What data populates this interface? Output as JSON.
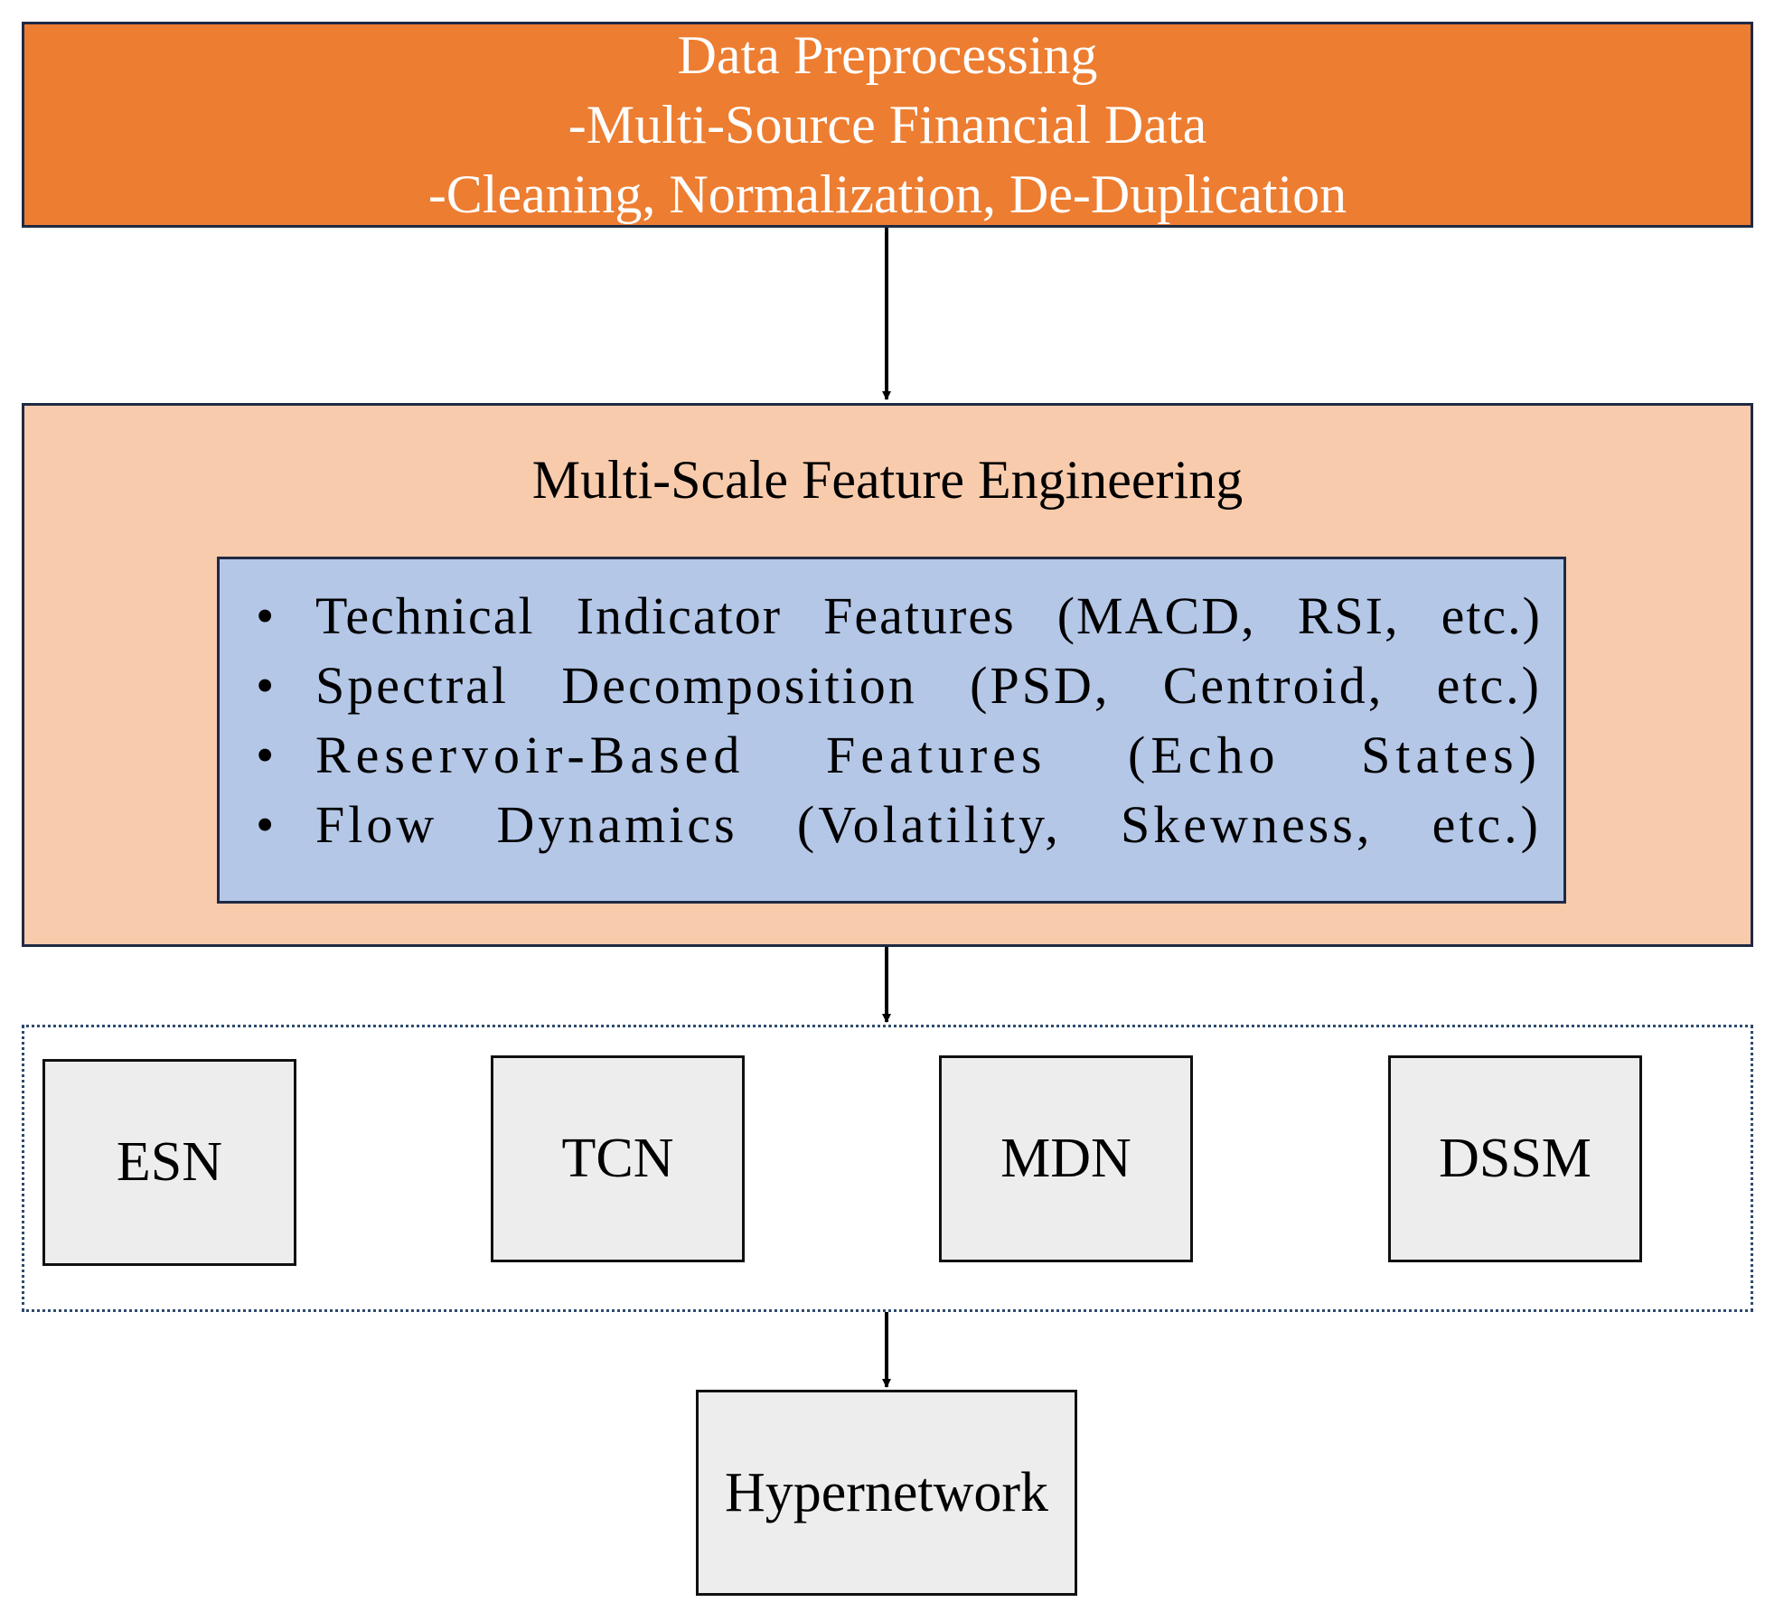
{
  "preprocessing": {
    "title": "Data Preprocessing",
    "lines": [
      "-Multi-Source Financial Data",
      "-Cleaning, Normalization, De-Duplication"
    ]
  },
  "feature_engineering": {
    "title": "Multi-Scale Feature Engineering",
    "items": [
      "Technical Indicator Features (MACD, RSI, etc.)",
      "Spectral Decomposition (PSD, Centroid, etc.)",
      "Reservoir-Based Features (Echo States)",
      "Flow Dynamics (Volatility, Skewness, etc.)"
    ],
    "bullet": "•"
  },
  "models": [
    "ESN",
    "TCN",
    "MDN",
    "DSSM"
  ],
  "output": {
    "label": "Hypernetwork"
  },
  "colors": {
    "preprocessing_fill": "#ED7D31",
    "feature_fill": "#F8CBAD",
    "features_list_fill": "#B4C7E7",
    "model_fill": "#EDEDED"
  }
}
